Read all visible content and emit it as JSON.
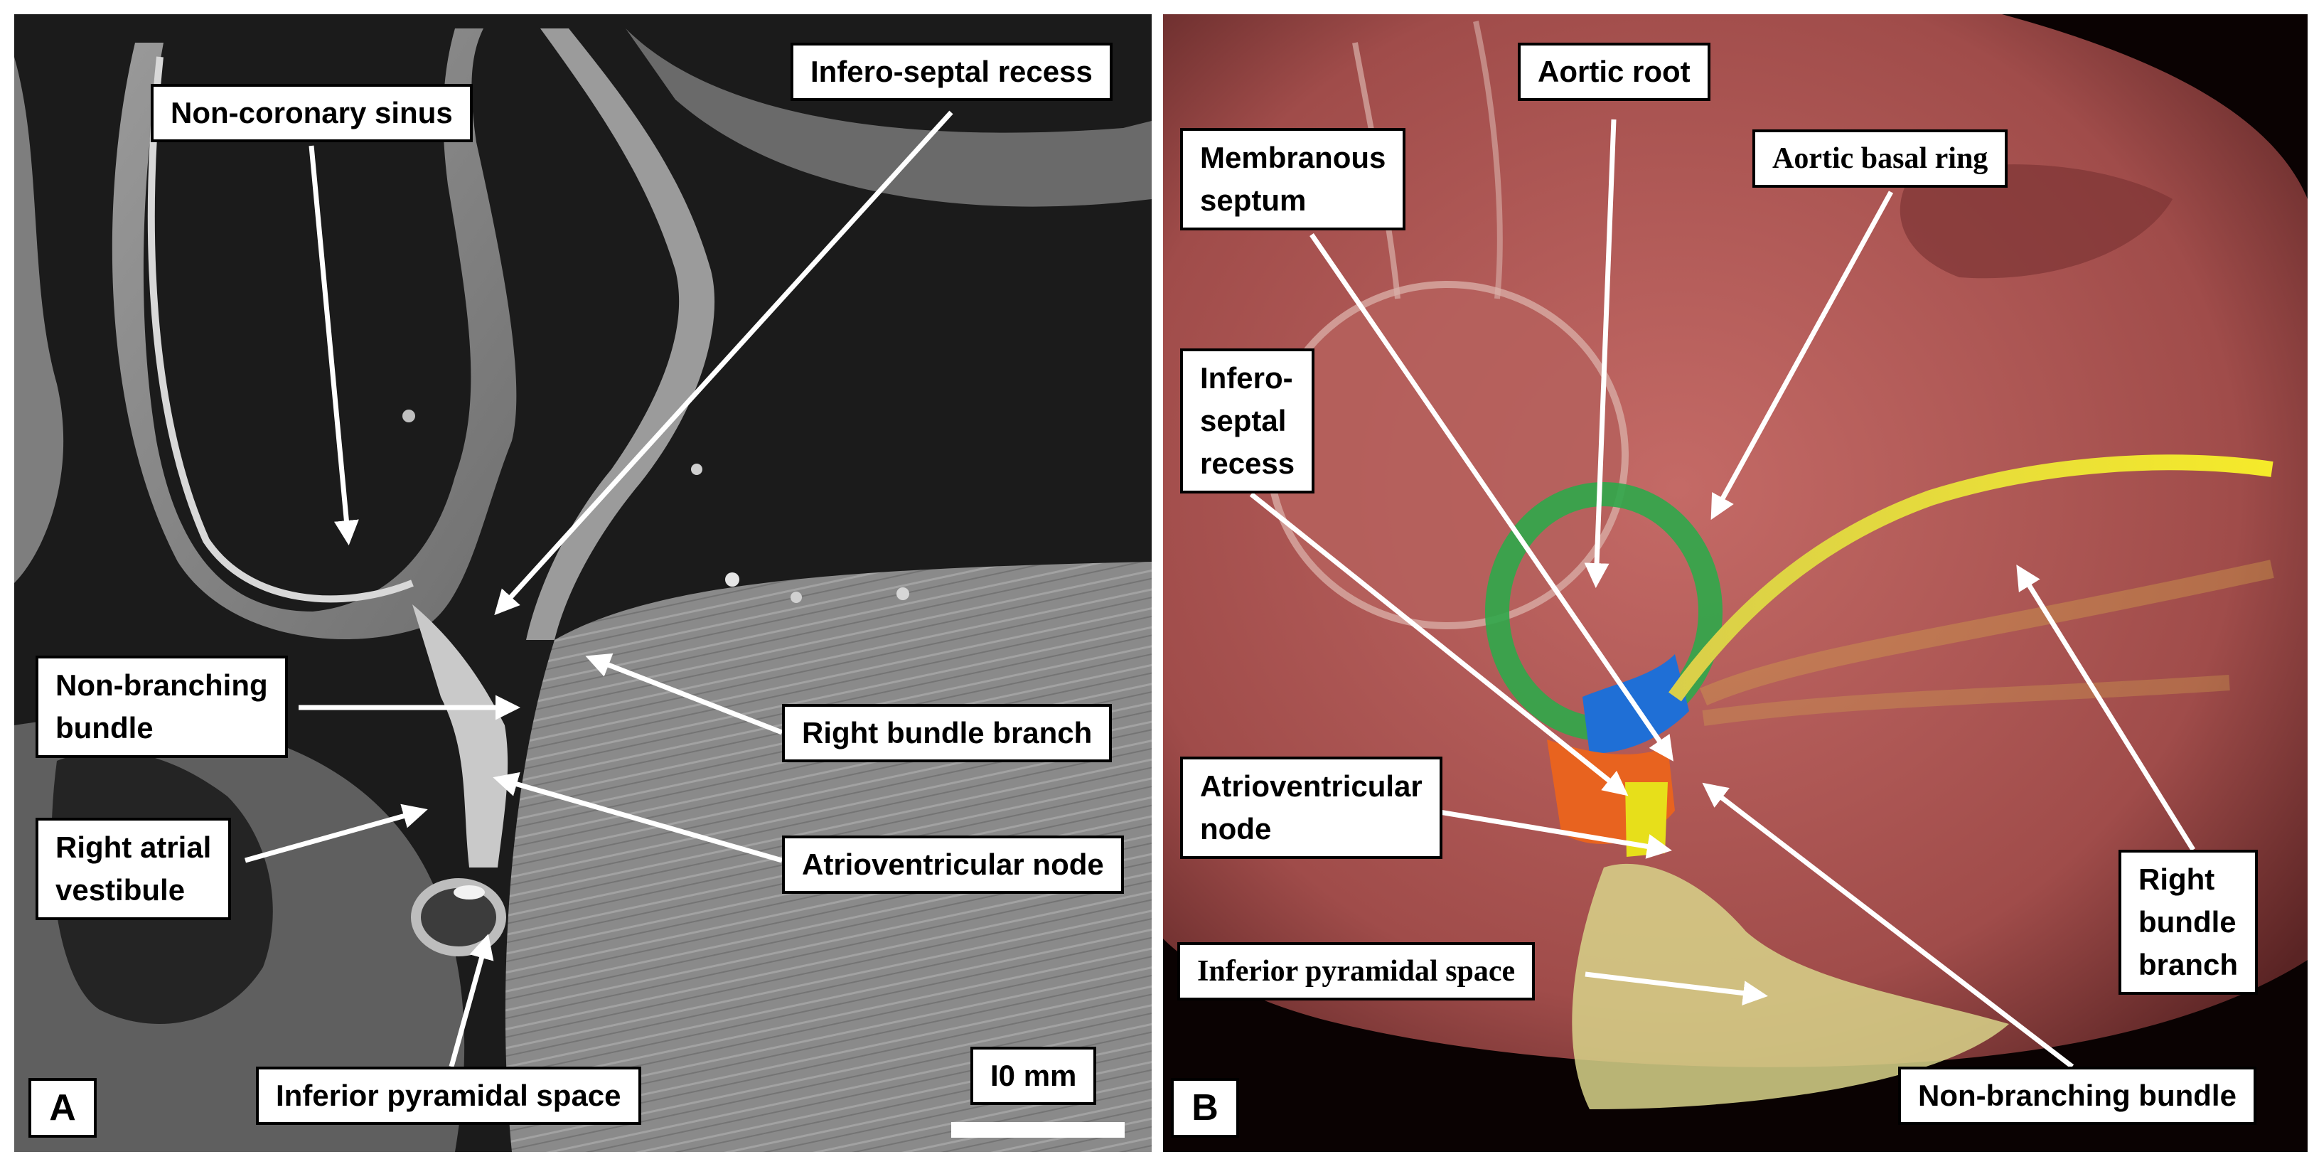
{
  "panel_a": {
    "letter": "A",
    "scale_label": "I0 mm",
    "labels": {
      "non_coronary_sinus": "Non-coronary sinus",
      "infero_septal_recess": "Infero-septal recess",
      "non_branching_bundle": "Non-branching\nbundle",
      "right_bundle_branch": "Right bundle branch",
      "right_atrial_vestibule": "Right atrial\nvestibule",
      "atrioventricular_node": "Atrioventricular node",
      "inferior_pyramidal_space": "Inferior pyramidal space"
    }
  },
  "panel_b": {
    "letter": "B",
    "labels": {
      "aortic_root": "Aortic root",
      "membranous_septum": "Membranous\nseptum",
      "aortic_basal_ring": "Aortic basal ring",
      "infero_septal_recess": "Infero-\nseptal\nrecess",
      "atrioventricular_node": "Atrioventricular\nnode",
      "inferior_pyramidal_space": "Inferior pyramidal space",
      "right_bundle_branch": "Right\nbundle\nbranch",
      "non_branching_bundle": "Non-branching bundle"
    }
  },
  "colors": {
    "panel_a_background": "#191919",
    "tissue_gray": "#8c8c8c",
    "panel_b_tissue": "#b85a5a",
    "aortic_ring": "#2fa84a",
    "membranous_septum": "#1f6fd6",
    "av_node": "#e8631f",
    "conduction_yellow": "#f2e60a",
    "pyramidal_space": "#d8d48a"
  }
}
